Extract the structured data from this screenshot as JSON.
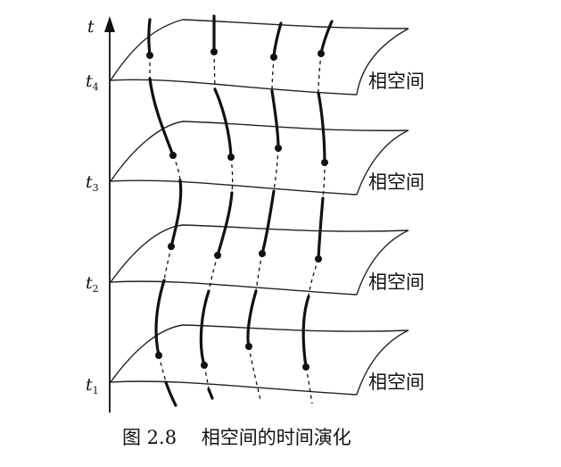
{
  "axis": {
    "label": "t"
  },
  "time_levels": [
    {
      "base": "t",
      "sub": "1"
    },
    {
      "base": "t",
      "sub": "2"
    },
    {
      "base": "t",
      "sub": "3"
    },
    {
      "base": "t",
      "sub": "4"
    }
  ],
  "plane_label": "相空间",
  "caption": "图 2.8　 相空间的时间演化"
}
